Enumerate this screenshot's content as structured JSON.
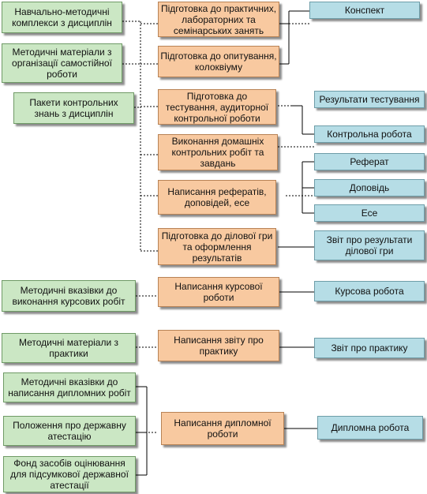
{
  "sources": {
    "nmk": "Навчально-методичні комплекси з дисциплін",
    "self_work": "Методичні матеріали з організації самостійної роботи",
    "control_packages": "Пакети контрольних знань з дисциплін",
    "course_guidelines": "Методичні вказівки до виконання курсових робіт",
    "practice_materials": "Методичні матеріали з практики",
    "diploma_guidelines": "Методичні вказівки до написання дипломних робіт",
    "state_attestation": "Положення про державну атестацію",
    "assessment_fund": "Фонд засобів оцінювання для підсумкової державної атестації"
  },
  "activities": {
    "practical": "Підготовка до практичних, лабораторних  та семінарських занять",
    "colloquium": "Підготовка до опитування, колоквіуму",
    "testing": "Підготовка до тестування, аудиторної контрольної роботи",
    "homework": "Виконання домашніх контрольних робіт та завдань",
    "essays": "Написання рефератів, доповідей, есе",
    "business_game": "Підготовка до ділової гри та оформлення результатів",
    "coursework": "Написання курсової роботи",
    "practice_report": "Написання звіту про практику",
    "diploma": "Написання дипломної роботи"
  },
  "results": {
    "notes": "Конспект",
    "test_results": "Результати тестування",
    "control_work": "Контрольна робота",
    "report": "Реферат",
    "presentation": "Доповідь",
    "essay": "Есе",
    "game_report": "Звіт про результати ділової гри",
    "course_work": "Курсова робота",
    "practice_report": "Звіт про практику",
    "diploma_work": "Дипломна робота"
  },
  "colors": {
    "source_fill": "#cbe7c4",
    "activity_fill": "#f8c9a0",
    "result_fill": "#b6dde6",
    "line": "#000000"
  }
}
